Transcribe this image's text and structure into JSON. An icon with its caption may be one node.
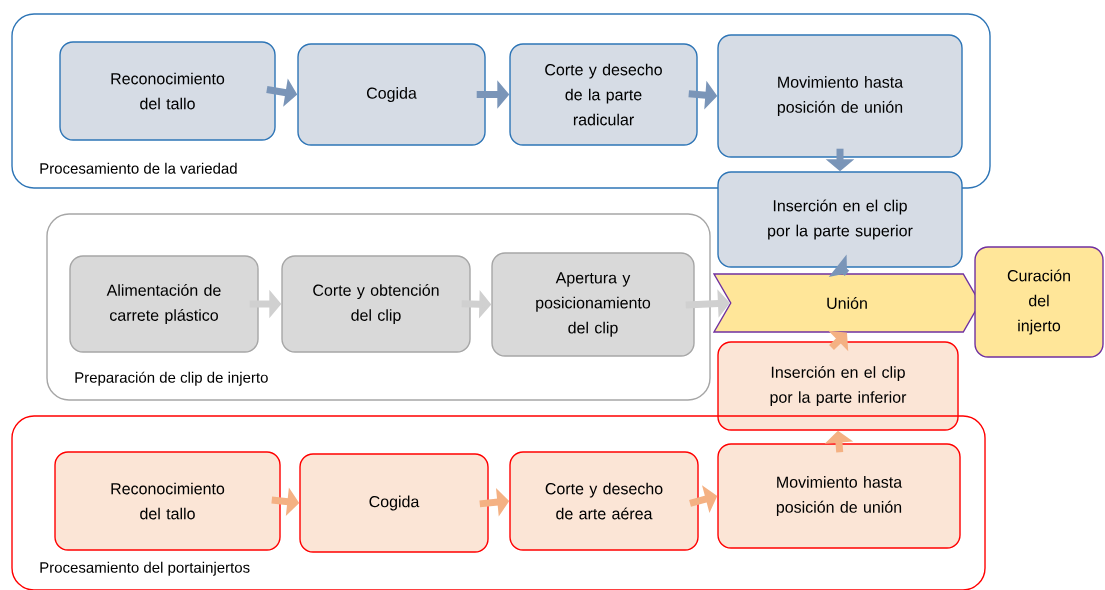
{
  "diagram": {
    "nodes": [
      {
        "text": [
          "Procesamiento de la variedad"
        ]
      },
      {
        "text": [
          "Reconocimiento del tallo"
        ],
        "in": 0
      },
      {
        "text": [
          "Cogida"
        ],
        "in": 0
      },
      {
        "text": [
          "Corte y desecho de la parte radicular"
        ],
        "in": 0
      },
      {
        "text": [
          "Movimiento hasta posición de unión"
        ],
        "in": 0
      },
      {
        "text": [
          "Inserción en el clip por la parte superior"
        ]
      },
      {
        "text": [
          "Preparación de clip de injerto"
        ]
      },
      {
        "text": [
          "Alimentación de carrete plástico"
        ],
        "in": 6
      },
      {
        "text": [
          "Corte y obtención del clip"
        ],
        "in": 6
      },
      {
        "text": [
          "Apertura y posicionamiento del clip"
        ],
        "in": 6
      },
      {
        "text": [
          "Unión"
        ]
      },
      {
        "text": [
          "Curación del injerto"
        ]
      },
      {
        "text": [
          "Inserción en el clip por la parte inferior"
        ]
      },
      {
        "text": [
          "Procesamiento del portainjertos"
        ]
      },
      {
        "text": [
          "Reconocimiento del tallo"
        ],
        "in": 13
      },
      {
        "text": [
          "Cogida"
        ],
        "in": 13
      },
      {
        "text": [
          "Corte y desecho de arte aérea"
        ],
        "in": 13
      },
      {
        "text": [
          "Movimiento hasta posición de unión"
        ],
        "in": 13
      }
    ],
    "edges": [
      {
        "from": 1,
        "to": 2,
        "arrow": "to",
        "color": "#7a95b8"
      },
      {
        "from": 2,
        "to": 3,
        "arrow": "to",
        "color": "#7a95b8"
      },
      {
        "from": 3,
        "to": 4,
        "arrow": "to",
        "color": "#7a95b8"
      },
      {
        "from": 4,
        "to": 5,
        "arrow": "to",
        "color": "#7a95b8"
      },
      {
        "from": 5,
        "to": 10,
        "arrow": "to",
        "color": "#7a95b8"
      },
      {
        "from": 7,
        "to": 8,
        "arrow": "to",
        "color": "#d0d0d0"
      },
      {
        "from": 8,
        "to": 9,
        "arrow": "to",
        "color": "#d0d0d0"
      },
      {
        "from": 9,
        "to": 10,
        "arrow": "to",
        "color": "#d0d0d0"
      },
      {
        "from": 14,
        "to": 15,
        "arrow": "to",
        "color": "#f4b183"
      },
      {
        "from": 15,
        "to": 16,
        "arrow": "to",
        "color": "#f4b183"
      },
      {
        "from": 16,
        "to": 17,
        "arrow": "to",
        "color": "#f4b183"
      },
      {
        "from": 17,
        "to": 12,
        "arrow": "to",
        "color": "#f4b183"
      },
      {
        "from": 12,
        "to": 10,
        "arrow": "to",
        "color": "#f4b183"
      }
    ]
  }
}
